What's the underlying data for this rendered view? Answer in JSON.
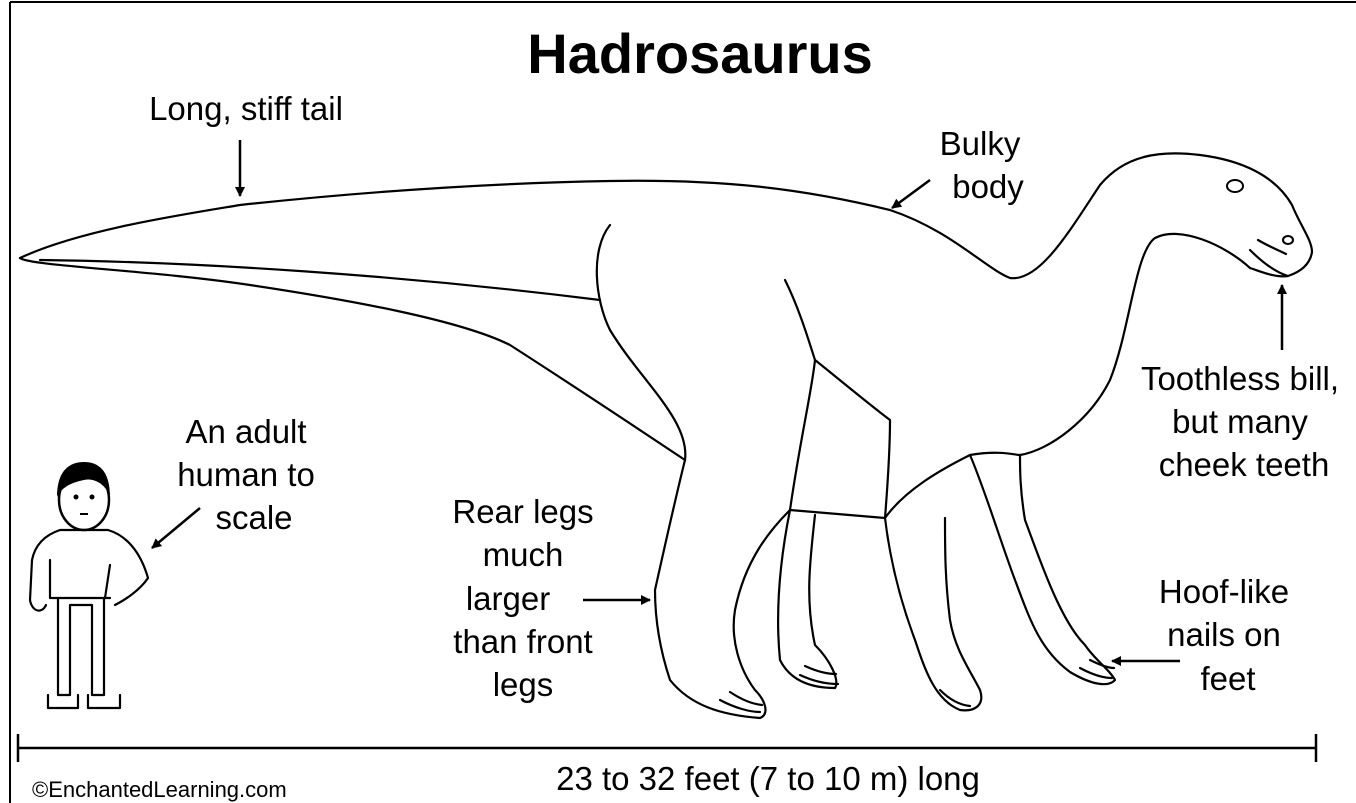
{
  "title": "Hadrosaurus",
  "labels": {
    "tail": [
      "Long, stiff tail"
    ],
    "body": [
      "Bulky",
      "body"
    ],
    "bill": [
      "Toothless bill,",
      "but many",
      "cheek teeth"
    ],
    "human": [
      "An adult",
      "human to",
      "scale"
    ],
    "rear_legs": [
      "Rear legs",
      "much",
      "larger",
      "than front",
      "legs"
    ],
    "hooves": [
      "Hoof-like",
      "nails on",
      "feet"
    ]
  },
  "scale_bar": {
    "text": "23 to 32 feet (7 to 10 m) long"
  },
  "credit": "©EnchantedLearning.com",
  "colors": {
    "ink": "#000000",
    "paper": "#ffffff"
  }
}
